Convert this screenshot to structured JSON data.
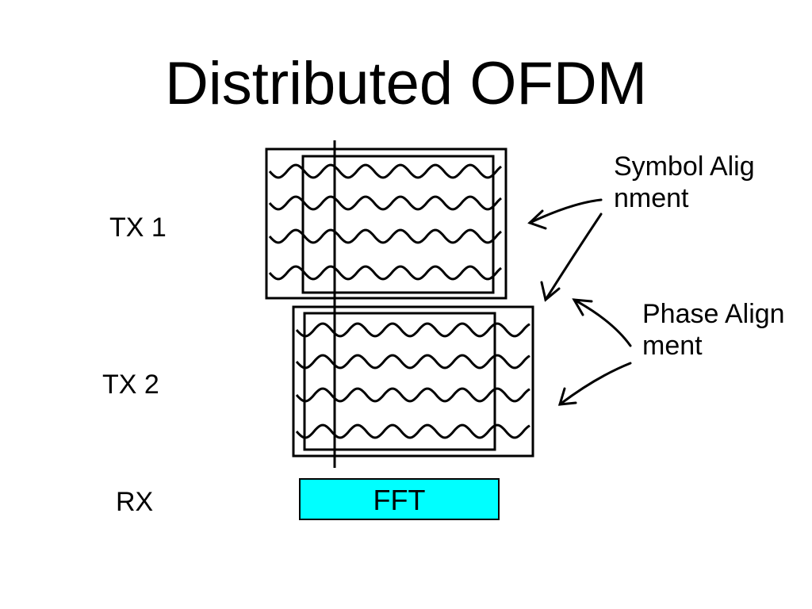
{
  "slide": {
    "title": "Distributed OFDM",
    "labels": {
      "tx1": "TX 1",
      "tx2": "TX 2",
      "rx": "RX"
    },
    "fft": {
      "label": "FFT",
      "fill_color": "#00ffff"
    },
    "annotations": {
      "symbol_alignment": "Symbol Alignment",
      "phase_alignment": "Phase Alignment"
    }
  }
}
